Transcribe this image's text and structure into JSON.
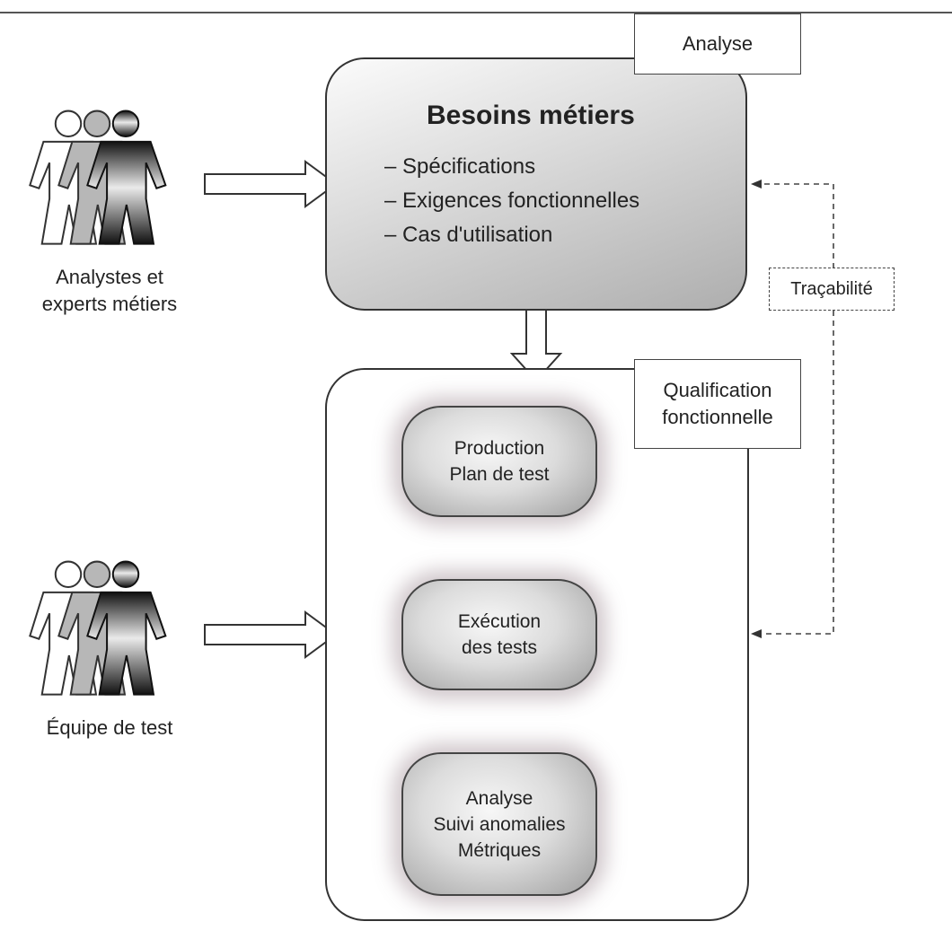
{
  "tags": {
    "analyse": "Analyse",
    "qualification_line1": "Qualification",
    "qualification_line2": "fonctionnelle"
  },
  "besoins": {
    "title": "Besoins métiers",
    "items": [
      "– Spécifications",
      "– Exigences fonctionnelles",
      "– Cas d'utilisation"
    ]
  },
  "actors": {
    "analysts_line1": "Analystes et",
    "analysts_line2": "experts métiers",
    "test_team": "Équipe de test"
  },
  "steps": [
    {
      "line1": "Production",
      "line2": "Plan de test"
    },
    {
      "line1": "Exécution",
      "line2": "des tests"
    },
    {
      "line1": "Analyse",
      "line2": "Suivi anomalies",
      "line3": "Métriques"
    }
  ],
  "tracabilite": "Traçabilité",
  "icons": [
    "people-group-icon",
    "cycle-arrows-icon",
    "right-arrow-icon",
    "down-arrow-icon"
  ]
}
